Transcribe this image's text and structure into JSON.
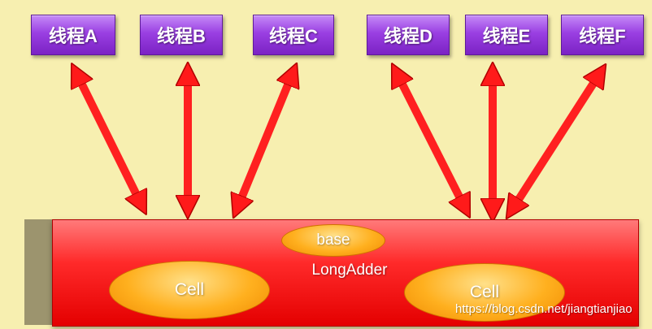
{
  "threads": [
    {
      "label": "线程A"
    },
    {
      "label": "线程B"
    },
    {
      "label": "线程C"
    },
    {
      "label": "线程D"
    },
    {
      "label": "线程E"
    },
    {
      "label": "线程F"
    }
  ],
  "long_adder": {
    "label": "LongAdder",
    "base_label": "base",
    "cells": [
      {
        "label": "Cell"
      },
      {
        "label": "Cell"
      }
    ]
  },
  "watermark": "https://blog.csdn.net/jiangtianjiao",
  "colors": {
    "background": "#f7efb0",
    "thread_box": "#9a3fe2",
    "long_adder": "#e40000",
    "arrow": "#ff1a1a",
    "ellipse": "#ffb01f"
  }
}
